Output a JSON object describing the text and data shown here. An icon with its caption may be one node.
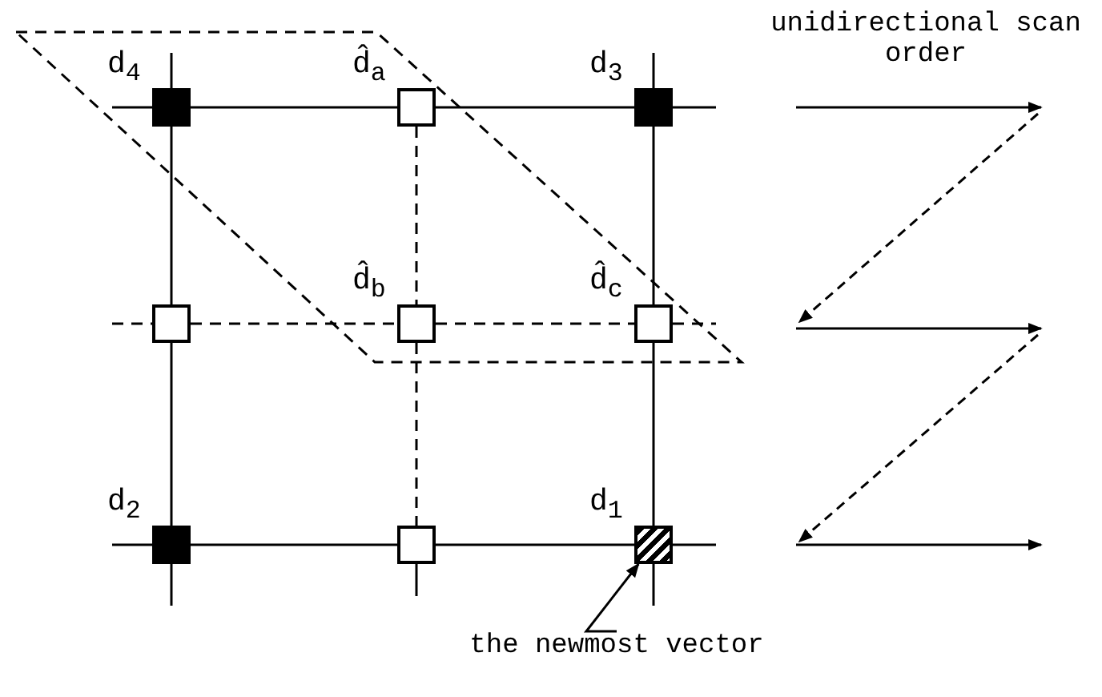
{
  "diagram": {
    "nodes": [
      {
        "text": [
          "d$_{4}$"
        ]
      },
      {
        "text": [
          "d̂$_{a}$"
        ]
      },
      {
        "text": [
          "d$_{3}$"
        ]
      },
      {
        "text": [],
        "shape": "box"
      },
      {
        "text": [
          "d̂$_{b}$"
        ]
      },
      {
        "text": [
          "d̂$_{c}$"
        ]
      },
      {
        "text": [
          "d$_{2}$"
        ]
      },
      {
        "text": [],
        "shape": "box"
      },
      {
        "text": [
          "d$_{1}$"
        ]
      },
      {
        "text": [
          "the newmost vector"
        ]
      }
    ],
    "edges": [
      {
        "from": 0,
        "to": 1,
        "arrow": "none"
      },
      {
        "from": 1,
        "to": 2,
        "arrow": "none"
      },
      {
        "from": 0,
        "to": 3,
        "arrow": "none"
      },
      {
        "from": 1,
        "to": 4,
        "arrow": "none",
        "style": "dashed"
      },
      {
        "from": 2,
        "to": 5,
        "arrow": "none"
      },
      {
        "from": 3,
        "to": 4,
        "arrow": "none",
        "style": "dashed"
      },
      {
        "from": 4,
        "to": 5,
        "arrow": "none",
        "style": "dashed"
      },
      {
        "from": 3,
        "to": 6,
        "arrow": "none"
      },
      {
        "from": 4,
        "to": 7,
        "arrow": "none",
        "style": "dashed"
      },
      {
        "from": 5,
        "to": 8,
        "arrow": "none"
      },
      {
        "from": 6,
        "to": 7,
        "arrow": "none"
      },
      {
        "from": 7,
        "to": 8,
        "arrow": "none"
      },
      {
        "from": 9,
        "to": 8,
        "arrow": "to"
      }
    ],
    "labels": [
      "unidirectional scan order"
    ]
  }
}
